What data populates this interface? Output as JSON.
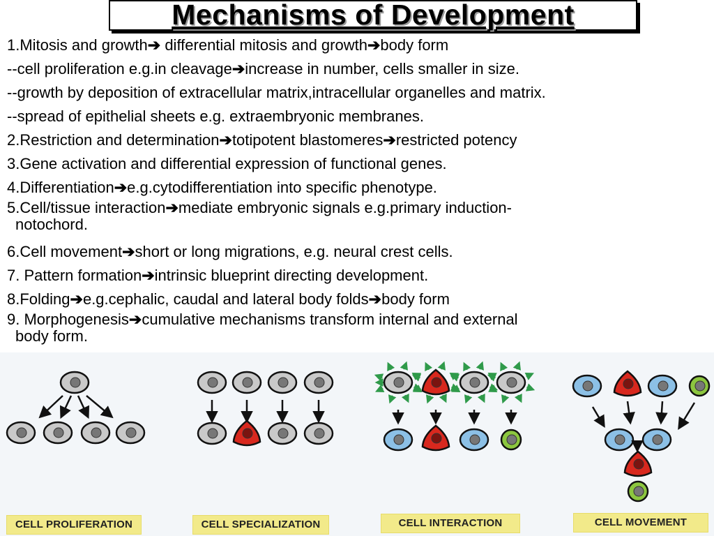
{
  "title": "Mechanisms of Development",
  "lines": [
    {
      "a": "1.Mitosis and growth",
      "b": " differential mitosis and growth",
      "c": "body form"
    },
    {
      "a": "--cell proliferation e.g.in cleavage",
      "b": "increase in number, cells smaller in size."
    },
    {
      "a": "--growth by deposition of extracellular matrix,intracellular organelles and matrix."
    },
    {
      "a": "--spread of epithelial sheets e.g. extraembryonic membranes."
    },
    {
      "a": "2.Restriction and determination",
      "b": "totipotent blastomeres",
      "c": "restricted potency"
    },
    {
      "a": "3.Gene activation and differential expression of functional genes."
    },
    {
      "a": "4.Differentiation",
      "b": "e.g.cytodifferentiation into specific phenotype."
    },
    {
      "a": "5.Cell/tissue interaction",
      "b": "mediate embryonic signals e.g.primary induction-",
      "cont": "notochord."
    },
    {
      "a": "6.Cell movement",
      "b": "short or long migrations, e.g. neural crest cells."
    },
    {
      "a": "7. Pattern formation",
      "b": "intrinsic blueprint directing development."
    },
    {
      "a": "8.Folding",
      "b": "e.g.cephalic, caudal and lateral body folds",
      "c": "body form"
    },
    {
      "a": "9. Morphogenesis",
      "b": "cumulative mechanisms transform internal and external",
      "cont": "body form."
    }
  ],
  "arrow_glyph": "➔",
  "panels": [
    {
      "label": "CELL PROLIFERATION"
    },
    {
      "label": "CELL SPECIALIZATION"
    },
    {
      "label": "CELL INTERACTION"
    },
    {
      "label": "CELL MOVEMENT"
    }
  ],
  "colors": {
    "gray_cell": "#c9c9c9",
    "red_cell": "#d8281e",
    "blue_cell": "#8cc0e6",
    "green_cell": "#8cc63f",
    "signal_arrow": "#2f9a4a",
    "label_bg": "#f2ea8a"
  }
}
